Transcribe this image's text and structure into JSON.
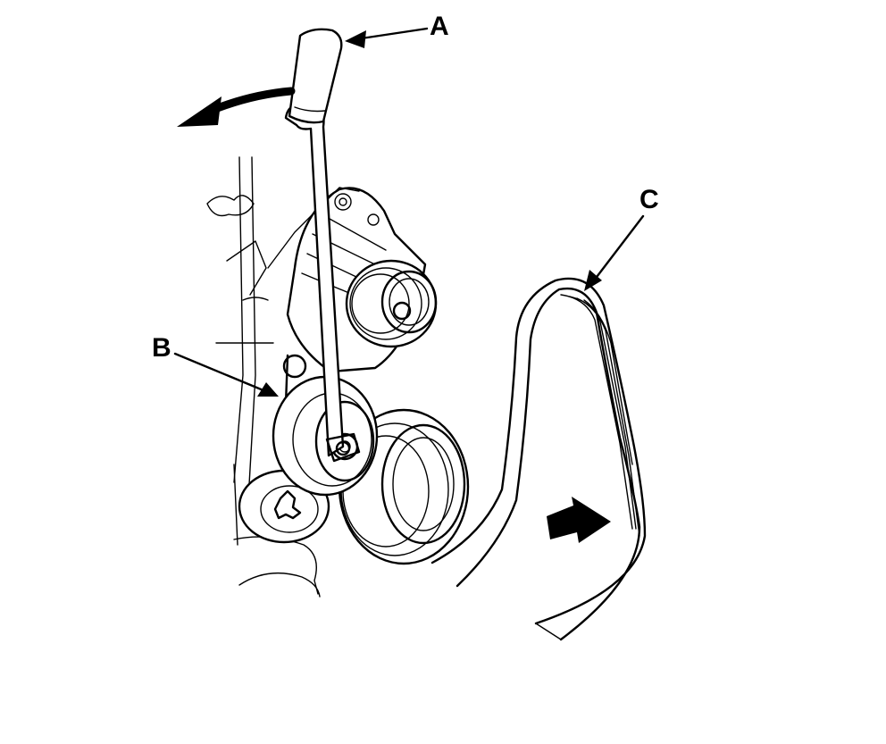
{
  "labels": {
    "a": "A",
    "b": "B",
    "c": "C"
  },
  "colors": {
    "ink": "#000000",
    "background": "#ffffff"
  }
}
